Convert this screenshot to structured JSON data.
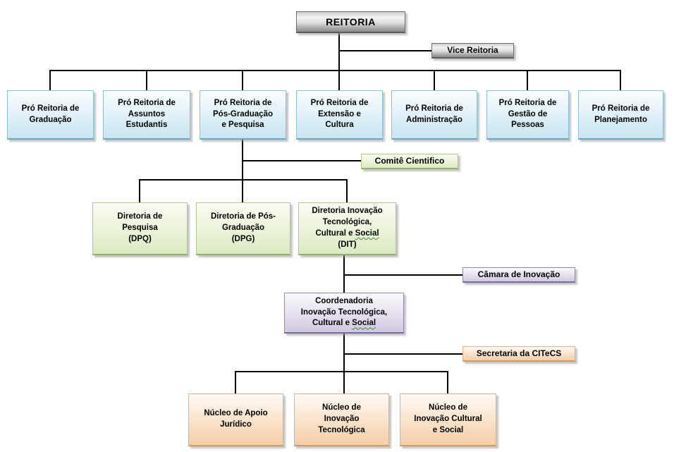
{
  "org": {
    "root": {
      "label": "REITORIA"
    },
    "vice": {
      "label": "Vice Reitoria"
    },
    "pro_reitorias": [
      {
        "label": "Pró Reitoria de\nGraduação"
      },
      {
        "label": "Pró Reitoria de\nAssuntos\nEstudantis"
      },
      {
        "label": "Pró Reitoria de\nPós-Graduação\ne Pesquisa"
      },
      {
        "label": "Pró Reitoria de\nExtensão e\nCultura"
      },
      {
        "label": "Pró Reitoria de\nAdministração"
      },
      {
        "label": "Pró Reitoria de\nGestão de\nPessoas"
      },
      {
        "label": "Pró Reitoria de\nPlanejamento"
      }
    ],
    "comite": {
      "label": "Comitê Cientifico"
    },
    "diretorias": [
      {
        "label": "Diretoria de\nPesquisa\n(DPQ)"
      },
      {
        "label": "Diretoria de Pós-\nGraduação\n(DPG)"
      },
      {
        "label": "Diretoria Inovação\nTecnológica,\nCultural e Social\n(DIT)",
        "squiggle": "Social"
      }
    ],
    "camara": {
      "label": "Câmara de Inovação"
    },
    "coordenadoria": {
      "label": "Coordenadoria\nInovação Tecnológica,\nCultural e Social",
      "squiggle": "Social"
    },
    "secretaria": {
      "label": "Secretaria da CITeCS"
    },
    "nucleos": [
      {
        "label": "Núcleo de Apoio\nJurídico"
      },
      {
        "label": "Núcleo de\nInovação\nTecnológica"
      },
      {
        "label": "Núcleo de\nInovação Cultural\ne Social"
      }
    ]
  },
  "colors": {
    "connector": "#000000",
    "metallic_border": "#6e6e6e",
    "blue_border": "#8ec1d6",
    "green_border": "#b2c88c",
    "purple_border": "#9586b4",
    "orange_border": "#e2b389",
    "spellcheck_squiggle": "#3a8a3a"
  }
}
